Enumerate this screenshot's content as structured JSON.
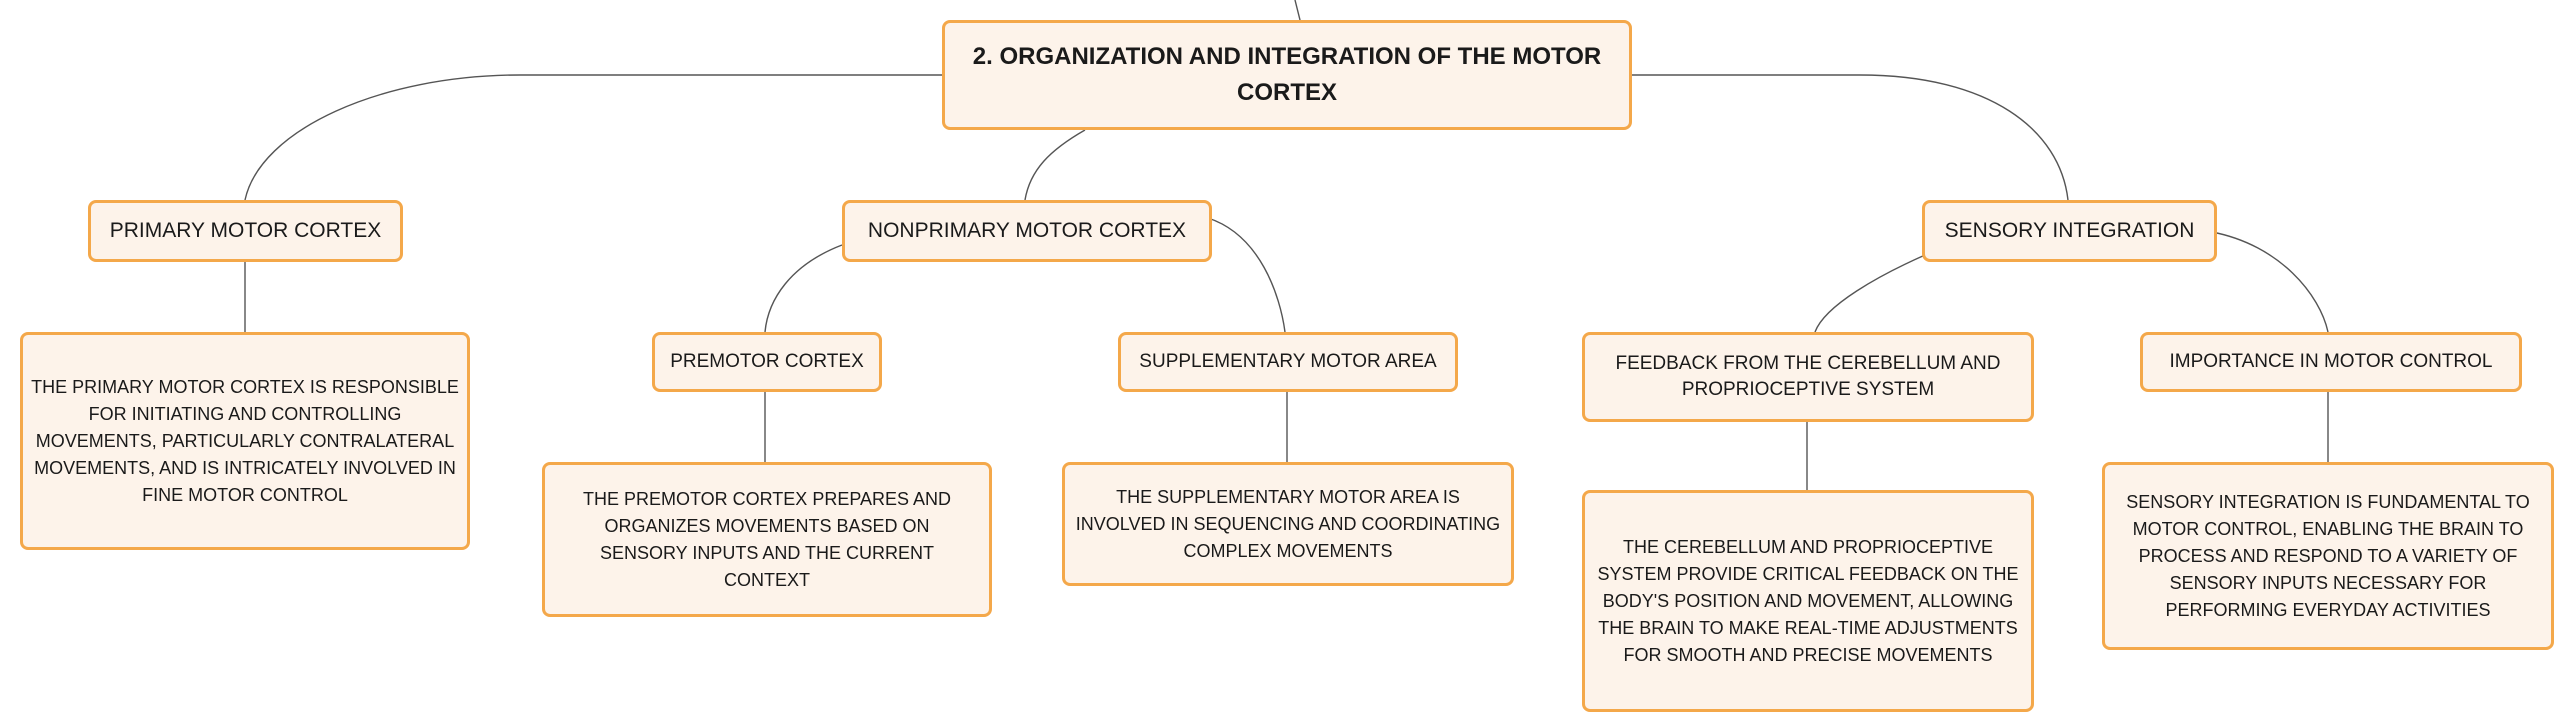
{
  "mindmap": {
    "root": {
      "label": "2. ORGANIZATION AND INTEGRATION OF THE MOTOR CORTEX"
    },
    "branches": [
      {
        "label": "PRIMARY MOTOR CORTEX",
        "detail": "THE PRIMARY MOTOR CORTEX IS RESPONSIBLE FOR INITIATING AND CONTROLLING MOVEMENTS, PARTICULARLY CONTRALATERAL MOVEMENTS, AND IS INTRICATELY INVOLVED IN FINE MOTOR CONTROL"
      },
      {
        "label": "NONPRIMARY MOTOR CORTEX",
        "children": [
          {
            "label": "PREMOTOR CORTEX",
            "detail": "THE PREMOTOR CORTEX PREPARES AND ORGANIZES MOVEMENTS BASED ON SENSORY INPUTS AND THE CURRENT CONTEXT"
          },
          {
            "label": "SUPPLEMENTARY MOTOR AREA",
            "detail": "THE SUPPLEMENTARY MOTOR AREA IS INVOLVED IN SEQUENCING AND COORDINATING COMPLEX MOVEMENTS"
          }
        ]
      },
      {
        "label": "SENSORY INTEGRATION",
        "children": [
          {
            "label": "FEEDBACK FROM THE CEREBELLUM AND PROPRIOCEPTIVE SYSTEM",
            "detail": "THE CEREBELLUM AND PROPRIOCEPTIVE SYSTEM PROVIDE CRITICAL FEEDBACK ON THE BODY'S POSITION AND MOVEMENT, ALLOWING THE BRAIN TO MAKE REAL-TIME ADJUSTMENTS FOR SMOOTH AND PRECISE MOVEMENTS"
          },
          {
            "label": "IMPORTANCE IN MOTOR CONTROL",
            "detail": "SENSORY INTEGRATION IS FUNDAMENTAL TO MOTOR CONTROL, ENABLING THE BRAIN TO PROCESS AND RESPOND TO A VARIETY OF SENSORY INPUTS NECESSARY FOR PERFORMING EVERYDAY ACTIVITIES"
          }
        ]
      }
    ]
  }
}
